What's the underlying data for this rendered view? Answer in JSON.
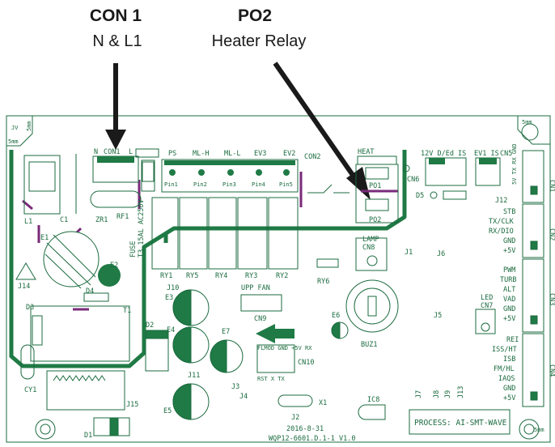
{
  "callouts": {
    "con1": {
      "title": "CON 1",
      "subtitle": "N & L1"
    },
    "po2": {
      "title": "PO2",
      "subtitle": "Heater Relay"
    }
  },
  "board": {
    "top_left": {
      "j_label": "JV",
      "mm_top": "5mm",
      "mm_left": "5mm"
    },
    "top_right": {
      "mm": "5mm"
    },
    "bottom_right": {
      "mm": "5mm"
    },
    "con1": {
      "n": "N",
      "name": "CON1",
      "l": "L"
    },
    "relay_header": {
      "ps": "PS",
      "mlh": "ML-H",
      "mll": "ML-L",
      "ev3": "EV3",
      "ev2": "EV2"
    },
    "pins": [
      "Pin1",
      "Pin2",
      "Pin3",
      "Pin4",
      "Pin5"
    ],
    "relays": [
      "RY1",
      "RY5",
      "RY4",
      "RY3",
      "RY2"
    ],
    "fuse": {
      "l1": "FUSE",
      "l2": "T3.15AL AC250V"
    },
    "con2": "CON2",
    "heat": "HEAT",
    "po1": "PO1",
    "po2": "PO2",
    "cn6": "CN6",
    "top_right_header": {
      "a": "12V D/Ed IS",
      "b": "EV1 IS",
      "c": "CN5"
    },
    "cn5_pins": "5V TX RX GND",
    "d5": "D5",
    "j12": "J12",
    "cn1": "CN1",
    "cn2": "CN2",
    "cn3": "CN3",
    "cn4": "CN4",
    "cn2_labels": [
      "STB",
      "TX/CLK",
      "RX/DIO",
      "GND",
      "+5V"
    ],
    "cn3_labels": [
      "PWM",
      "TURB",
      "ALT",
      "VAD",
      "GND",
      "+5V"
    ],
    "cn4_labels": [
      "REI",
      "ISS/HT",
      "ISB",
      "FM/HL",
      "IAQS",
      "GND",
      "+5V"
    ],
    "left_parts": {
      "l1": "L1",
      "c1": "C1",
      "zr1": "ZR1",
      "rf1": "RF1",
      "e1": "E1",
      "j14": "J14",
      "e2": "E2",
      "d4": "D4",
      "d3": "D3",
      "t1": "T1",
      "cy1": "CY1",
      "j15": "J15",
      "d1": "D1"
    },
    "lamp": {
      "l1": "LAMP",
      "l2": "CN8"
    },
    "j1": "J1",
    "j6": "J6",
    "ry6": "RY6",
    "j10": "J10",
    "e3": "E3",
    "e4": "E4",
    "e5": "E5",
    "e6": "E6",
    "e7": "E7",
    "d2": "D2",
    "j11": "J11",
    "upp_fan": "UPP FAN",
    "cn9": "CN9",
    "cn10": "CN10",
    "cn10_top": "FLMOD GND +5V RX",
    "cn10_bot": "RST X TX",
    "j3": "J3",
    "j4": "J4",
    "j5": "J5",
    "led": {
      "l1": "LED",
      "l2": "CN7"
    },
    "buz": "BUZ1",
    "jumpers": [
      "J7",
      "J8",
      "J9",
      "J13"
    ],
    "j2": "J2",
    "x1": "X1",
    "ic8": "IC8",
    "date": "2016-8-31",
    "code": "WQP12-6601.D.1-1 V1.0",
    "process": "PROCESS: AI-SMT-WAVE"
  },
  "colors": {
    "silk": "#1b6b3f",
    "trace": "#1f7a45",
    "jumper": "#7a2a7a",
    "arrow": "#1a1a1a"
  }
}
